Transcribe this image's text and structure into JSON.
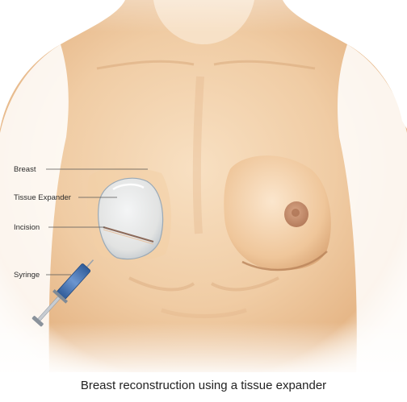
{
  "labels": {
    "breast": "Breast",
    "tissue_expander": "Tissue Expander",
    "incision": "Incision",
    "syringe": "Syringe"
  },
  "caption": "Breast reconstruction using a tissue expander",
  "colors": {
    "skin_light": "#f6d9b7",
    "skin_mid": "#e9bc8e",
    "skin_shadow": "#cf9866",
    "areola": "#c98f6c",
    "expander": "#dfe6ec",
    "syringe_blue": "#3f6fb0",
    "leader_line": "#555555"
  }
}
